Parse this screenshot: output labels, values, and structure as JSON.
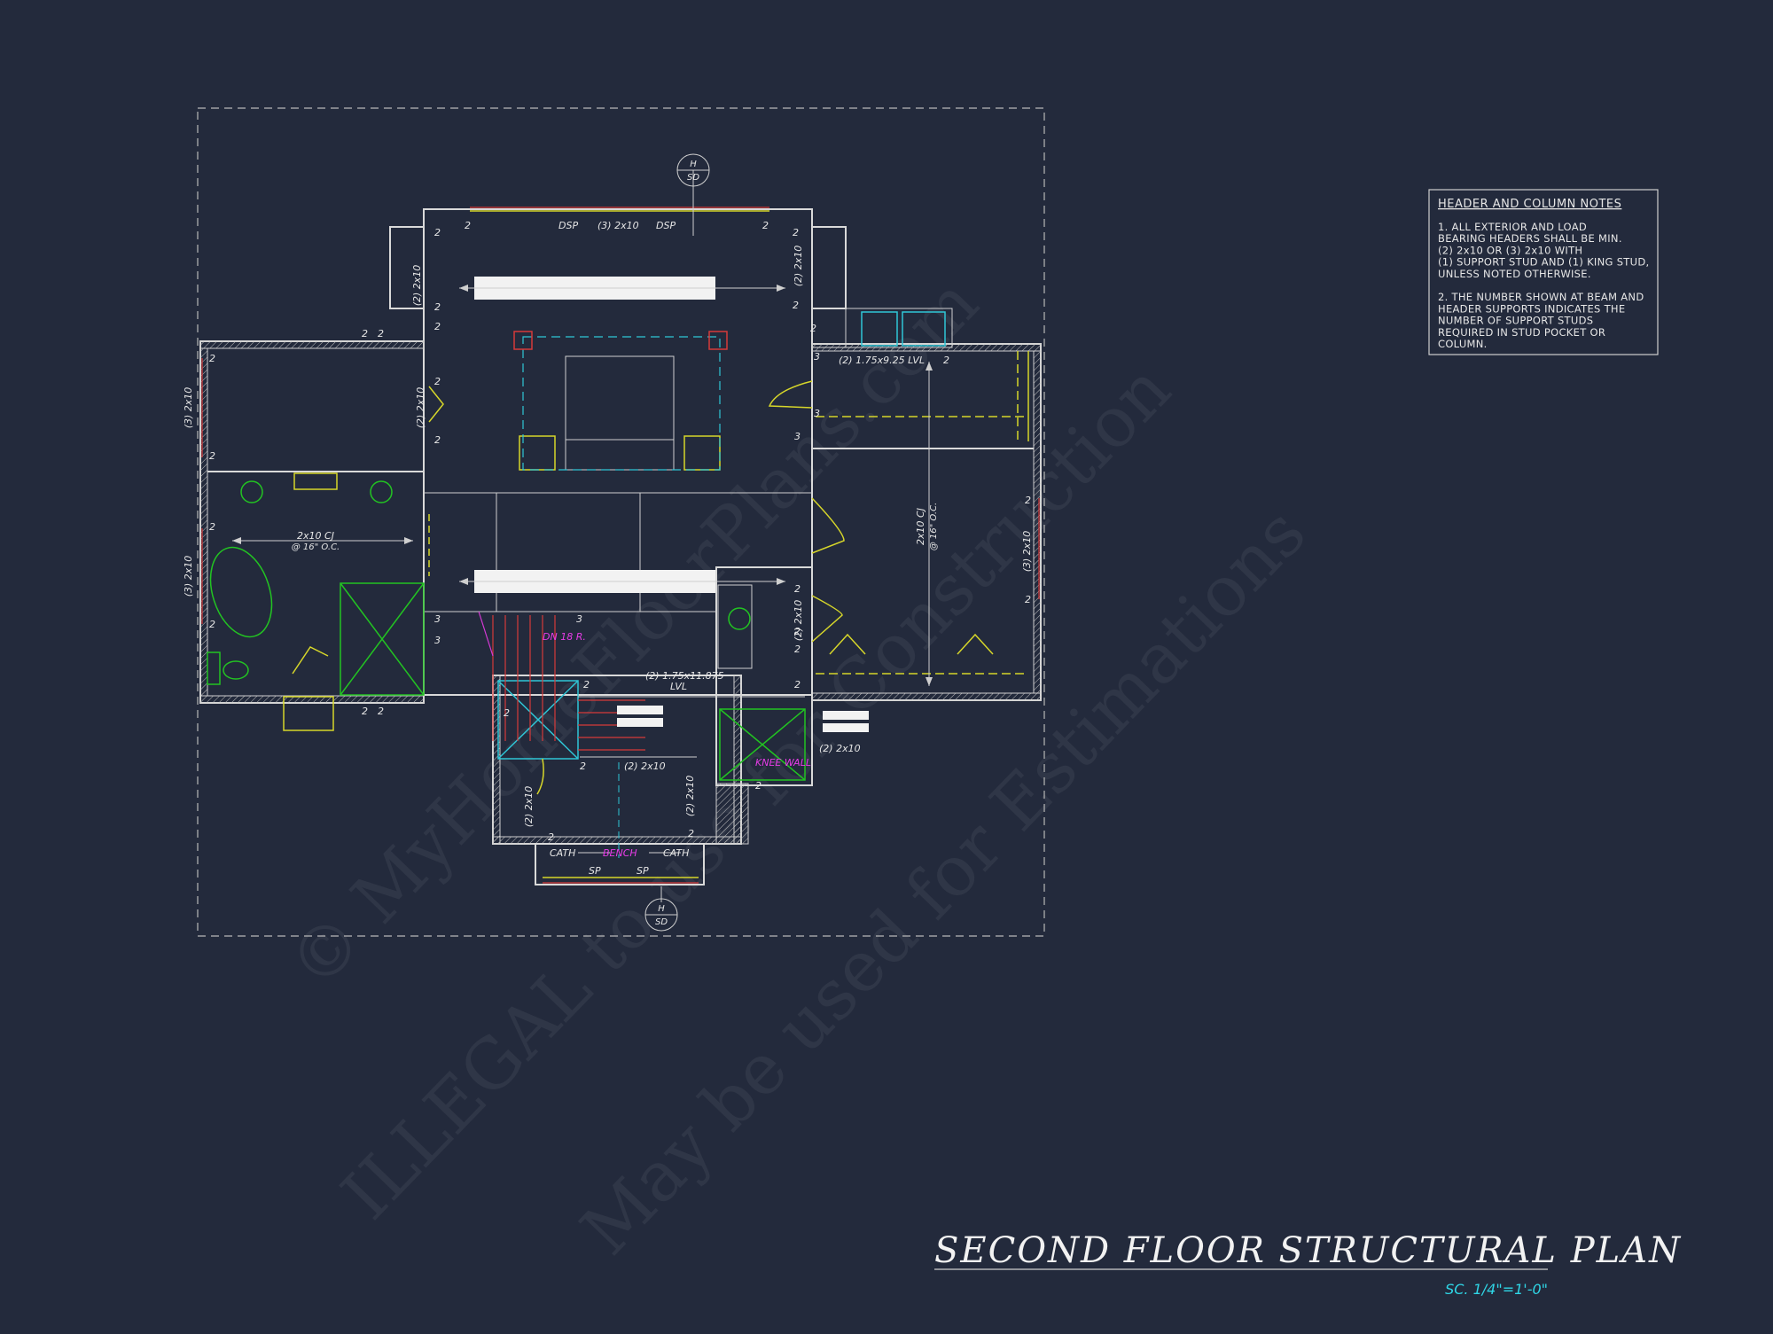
{
  "title": "SECOND FLOOR STRUCTURAL PLAN",
  "scale": "SC. 1/4\"=1'-0\"",
  "notes": {
    "heading": "HEADER AND COLUMN NOTES",
    "lines": [
      "1. ALL EXTERIOR AND LOAD",
      "BEARING HEADERS SHALL BE MIN.",
      "(2) 2x10 OR (3) 2x10 WITH",
      "(1) SUPPORT STUD AND (1) KING STUD,",
      "UNLESS NOTED OTHERWISE.",
      "",
      "2. THE NUMBER SHOWN AT BEAM AND",
      "HEADER SUPPORTS INDICATES THE",
      "NUMBER OF SUPPORT STUDS",
      "REQUIRED IN STUD POCKET OR",
      "COLUMN."
    ]
  },
  "section_markers": {
    "top": {
      "letter": "H",
      "sheet": "SD"
    },
    "bottom": {
      "letter": "H",
      "sheet": "SD"
    }
  },
  "labels": {
    "dsp": "DSP",
    "sp": "SP",
    "cath": "CATH",
    "header_3_2x10": "(3) 2x10",
    "header_2_2x10": "(2) 2x10",
    "lvl_1": "(2) 1.75x9.25 LVL",
    "lvl_2": "(2) 1.75x11.875",
    "lvl_word": "LVL",
    "cj_2x10": "2x10 CJ",
    "cj_oc": "@ 16\" O.C.",
    "stair_dn": "DN 18 R.",
    "bench": "BENCH",
    "knee_wall": "KNEE WALL",
    "n2": "2",
    "n3": "3"
  },
  "watermark": {
    "line1": "© MyHomeFloorPlans.com",
    "line2": "ILLEGAL to use for Construction",
    "line3": "May be used for Estimations"
  },
  "colors": {
    "background": "#232a3c",
    "wall": "#d9d9d9",
    "yellow": "#d6d62a",
    "green": "#22c322",
    "cyan": "#2fc6d6",
    "red": "#d63a3a",
    "magenta": "#d63ad6"
  }
}
